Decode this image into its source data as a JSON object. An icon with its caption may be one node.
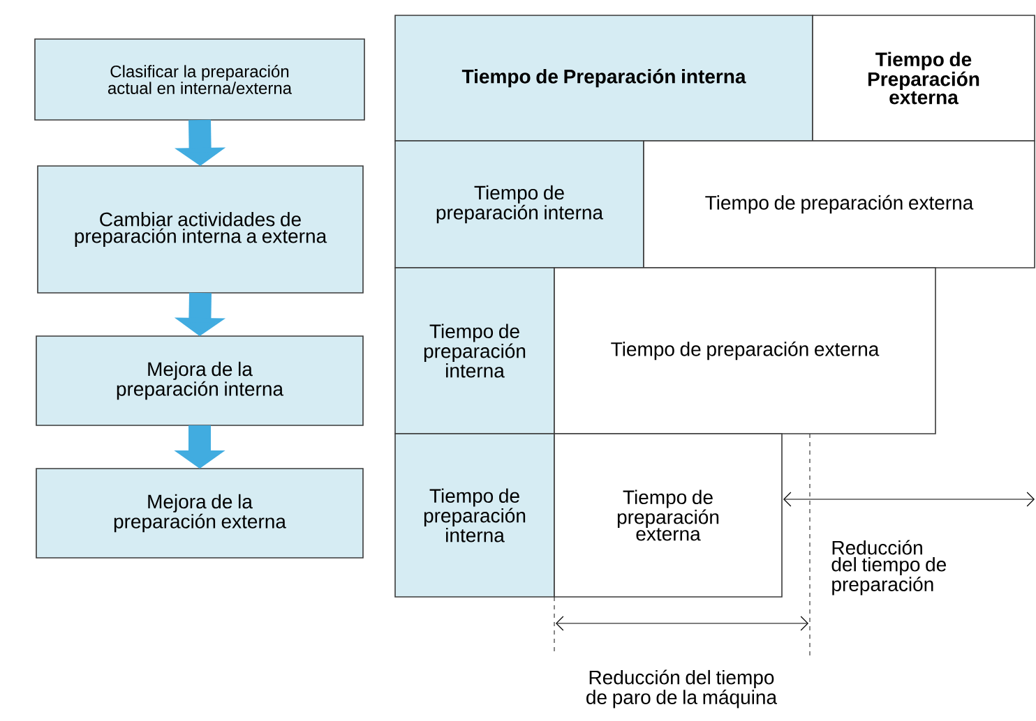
{
  "diagram": {
    "nodes": [
      {
        "text": [
          "Clasificar la preparación actual en interna/externa"
        ]
      },
      {
        "text": [
          "Cambiar actividades de preparación interna a externa"
        ]
      },
      {
        "text": [
          "Mejora de la preparación interna"
        ]
      },
      {
        "text": [
          "Mejora de la preparación externa"
        ]
      },
      {
        "text": [
          "Tiempo de Preparación interna"
        ]
      },
      {
        "text": [
          "Tiempo de Preparación externa"
        ]
      },
      {
        "text": [
          "Tiempo de preparación interna"
        ]
      },
      {
        "text": [
          "Tiempo de preparación externa"
        ]
      },
      {
        "text": [
          "Tiempo de preparación interna"
        ]
      },
      {
        "text": [
          "Tiempo de preparación externa"
        ]
      },
      {
        "text": [
          "Tiempo de preparación interna"
        ]
      },
      {
        "text": [
          "Tiempo de preparación externa"
        ]
      }
    ],
    "edges": [
      {
        "from": 0,
        "to": 1,
        "arrow": "to"
      },
      {
        "from": 1,
        "to": 2,
        "arrow": "to"
      },
      {
        "from": 2,
        "to": 3,
        "arrow": "to"
      }
    ],
    "labels": [
      "Reducción del tiempo de preparación",
      "Reducción del tiempo de paro de la máquina"
    ]
  }
}
